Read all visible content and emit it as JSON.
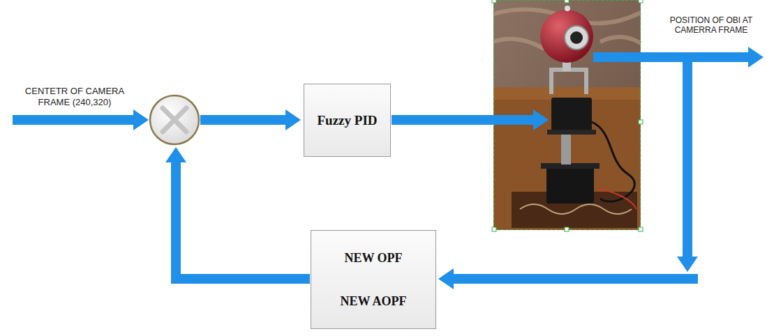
{
  "diagram": {
    "nodes": [
      {
        "text": [
          "Fuzzy PID"
        ]
      },
      {
        "text": [
          "NEW OPF",
          "NEW AOPF"
        ]
      }
    ],
    "labels": [
      "CENTETR OF CAMERA FRAME (240,320)",
      "POSITION OF OBI AT CAMERRA FRAME"
    ]
  }
}
